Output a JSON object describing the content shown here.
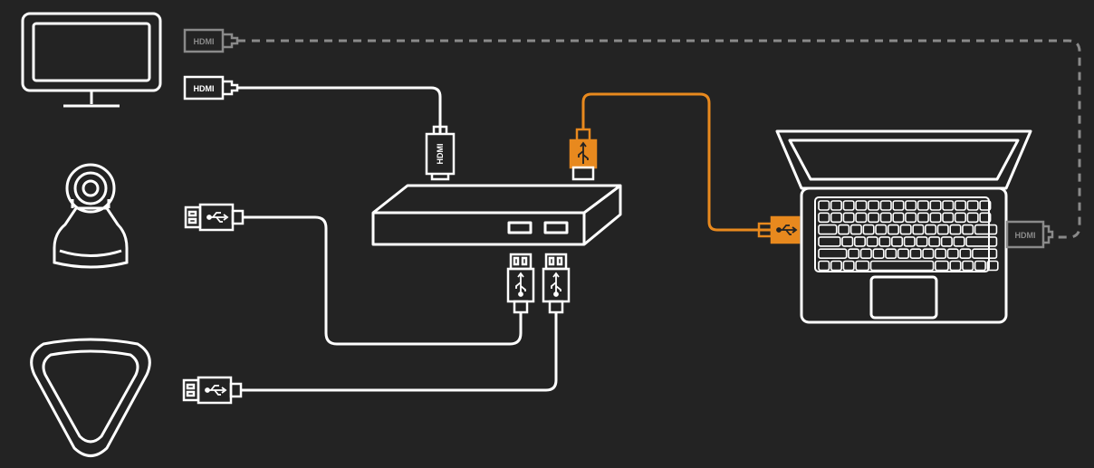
{
  "colors": {
    "background": "#232323",
    "line": "#ffffff",
    "accent": "#e8891e",
    "dim": "#8a8a8a"
  },
  "labels": {
    "hdmi_display_dashed": "HDMI",
    "hdmi_display": "HDMI",
    "hdmi_hub": "HDMI",
    "hdmi_laptop": "HDMI"
  },
  "icons": {
    "display": "monitor-icon",
    "camera": "ptz-camera-icon",
    "speakerphone": "speakerphone-icon",
    "hub": "usb-hub-box-icon",
    "computer": "laptop-icon",
    "usb_plug": "usb-plug-icon",
    "hdmi_plug": "hdmi-plug-icon"
  }
}
